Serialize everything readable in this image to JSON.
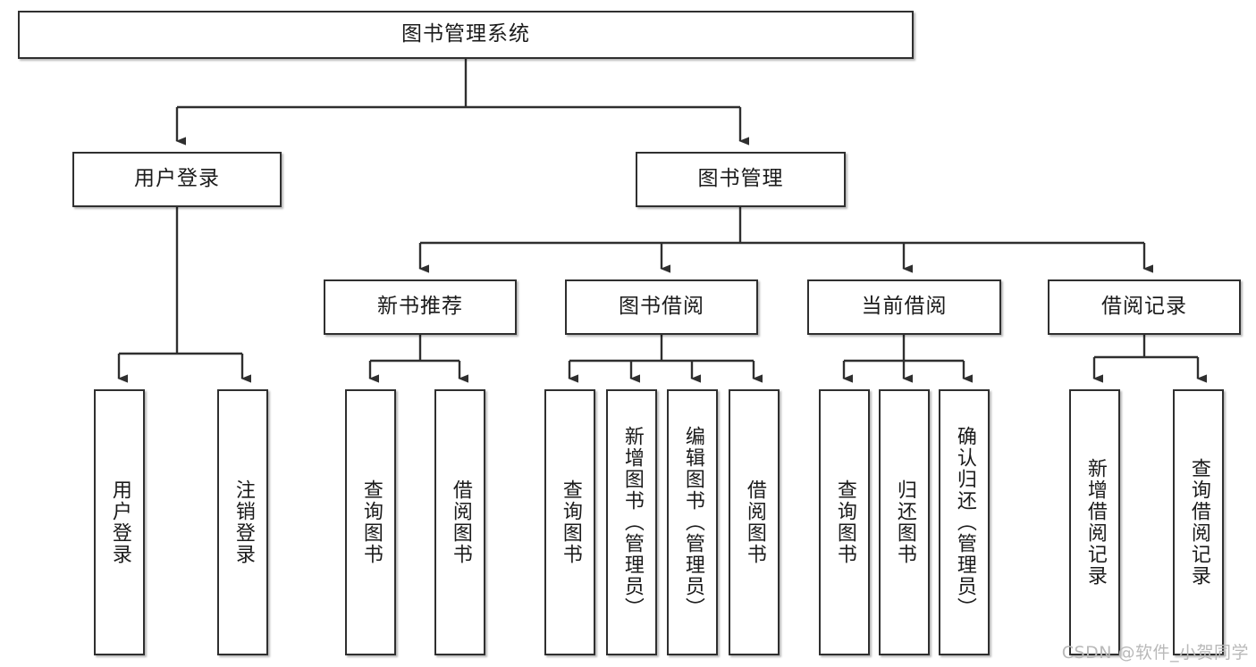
{
  "diagram": {
    "title": "图书管理系统",
    "watermark": "CSDN @软件_小贺同学",
    "line_color": "#2f2f2f",
    "box_fill": "#ffffff",
    "text_color": "#1b1b1b",
    "watermark_color": "#b9b9b9"
  },
  "root": {
    "label": "图书管理系统"
  },
  "level2": [
    {
      "label": "用户登录"
    },
    {
      "label": "图书管理"
    }
  ],
  "level3": [
    {
      "label": "新书推荐"
    },
    {
      "label": "图书借阅"
    },
    {
      "label": "当前借阅"
    },
    {
      "label": "借阅记录"
    }
  ],
  "leaves": {
    "user_login": [
      {
        "label": "用户登录"
      },
      {
        "label": "注销登录"
      }
    ],
    "new_book_recommend": [
      {
        "label": "查询图书"
      },
      {
        "label": "借阅图书"
      }
    ],
    "book_borrow": [
      {
        "label": "查询图书"
      },
      {
        "label": "新增图书（管理员）"
      },
      {
        "label": "编辑图书（管理员）"
      },
      {
        "label": "借阅图书"
      }
    ],
    "current_borrow": [
      {
        "label": "查询图书"
      },
      {
        "label": "归还图书"
      },
      {
        "label": "确认归还（管理员）"
      }
    ],
    "borrow_record": [
      {
        "label": "新增借阅记录"
      },
      {
        "label": "查询借阅记录"
      }
    ]
  }
}
